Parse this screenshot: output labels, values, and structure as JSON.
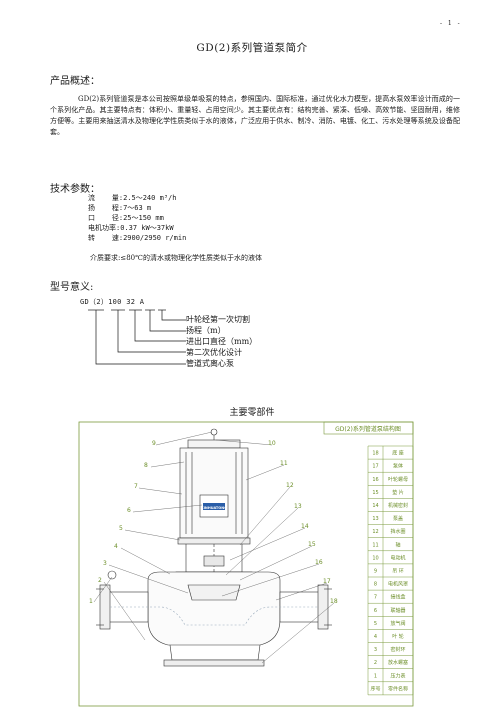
{
  "page_number": "- 1 -",
  "title": "GD(2)系列管道泵简介",
  "overview": {
    "heading": "产品概述：",
    "text": "GD(2)系列管道泵是本公司按照单级单吸泵的特点，参照国内、国际标准，通过优化水力模型，提高水泵效率设计而成的一个系列化产品。其主要特点有：体积小、重量轻、占用空间少。其主要优点有：结构完善、紧凑、低噪、高效节能、坚固耐用，维修方便等。主要用来抽送清水及物理化学性质类似于水的液体，广泛应用于供水、制冷、消防、电镀、化工、污水处理等系统及设备配套。"
  },
  "specs": {
    "heading": "技术参数：",
    "rows": [
      "流    量:2.5～240 m³/h",
      "扬    程:7～63 m",
      "口    径:25～150 mm",
      "电机功率:0.37 kW～37kW",
      "转    速:2900/2950 r/min"
    ],
    "medium": "介质要求:≤80℃的清水或物理化学性质类似于水的液体"
  },
  "model": {
    "heading": "型号意义:",
    "code": "GD（2）100 32 A",
    "labels": [
      "叶轮经第一次切割",
      "扬程（m）",
      "进出口直径（mm）",
      "第二次优化设计",
      "管道式离心泵"
    ]
  },
  "parts": {
    "heading": "主要零部件",
    "drawing_title": "GD(2)系列管道泵结构图",
    "brand": "XINHUATONG",
    "callouts_left": [
      "9",
      "8",
      "7",
      "6",
      "5",
      "4",
      "3",
      "2",
      "1"
    ],
    "callouts_right": [
      "10",
      "11",
      "12",
      "13",
      "14",
      "15",
      "16",
      "17",
      "18"
    ],
    "table": [
      {
        "no": "18",
        "name": "底  座"
      },
      {
        "no": "17",
        "name": "泵体"
      },
      {
        "no": "16",
        "name": "叶轮螺母"
      },
      {
        "no": "15",
        "name": "垫  片"
      },
      {
        "no": "14",
        "name": "机械密封"
      },
      {
        "no": "13",
        "name": "泵盖"
      },
      {
        "no": "12",
        "name": "挡水圈"
      },
      {
        "no": "11",
        "name": "轴"
      },
      {
        "no": "10",
        "name": "电动机"
      },
      {
        "no": "9",
        "name": "吊  环"
      },
      {
        "no": "8",
        "name": "电机风罩"
      },
      {
        "no": "7",
        "name": "接线盒"
      },
      {
        "no": "6",
        "name": "联轴器"
      },
      {
        "no": "5",
        "name": "放气阀"
      },
      {
        "no": "4",
        "name": "叶  轮"
      },
      {
        "no": "3",
        "name": "密封环"
      },
      {
        "no": "2",
        "name": "放水螺塞"
      },
      {
        "no": "1",
        "name": "压力表"
      },
      {
        "no": "序号",
        "name": "零件名称"
      }
    ]
  },
  "colors": {
    "table_line": "#7a9a3c",
    "table_text": "#6d8f2a"
  }
}
